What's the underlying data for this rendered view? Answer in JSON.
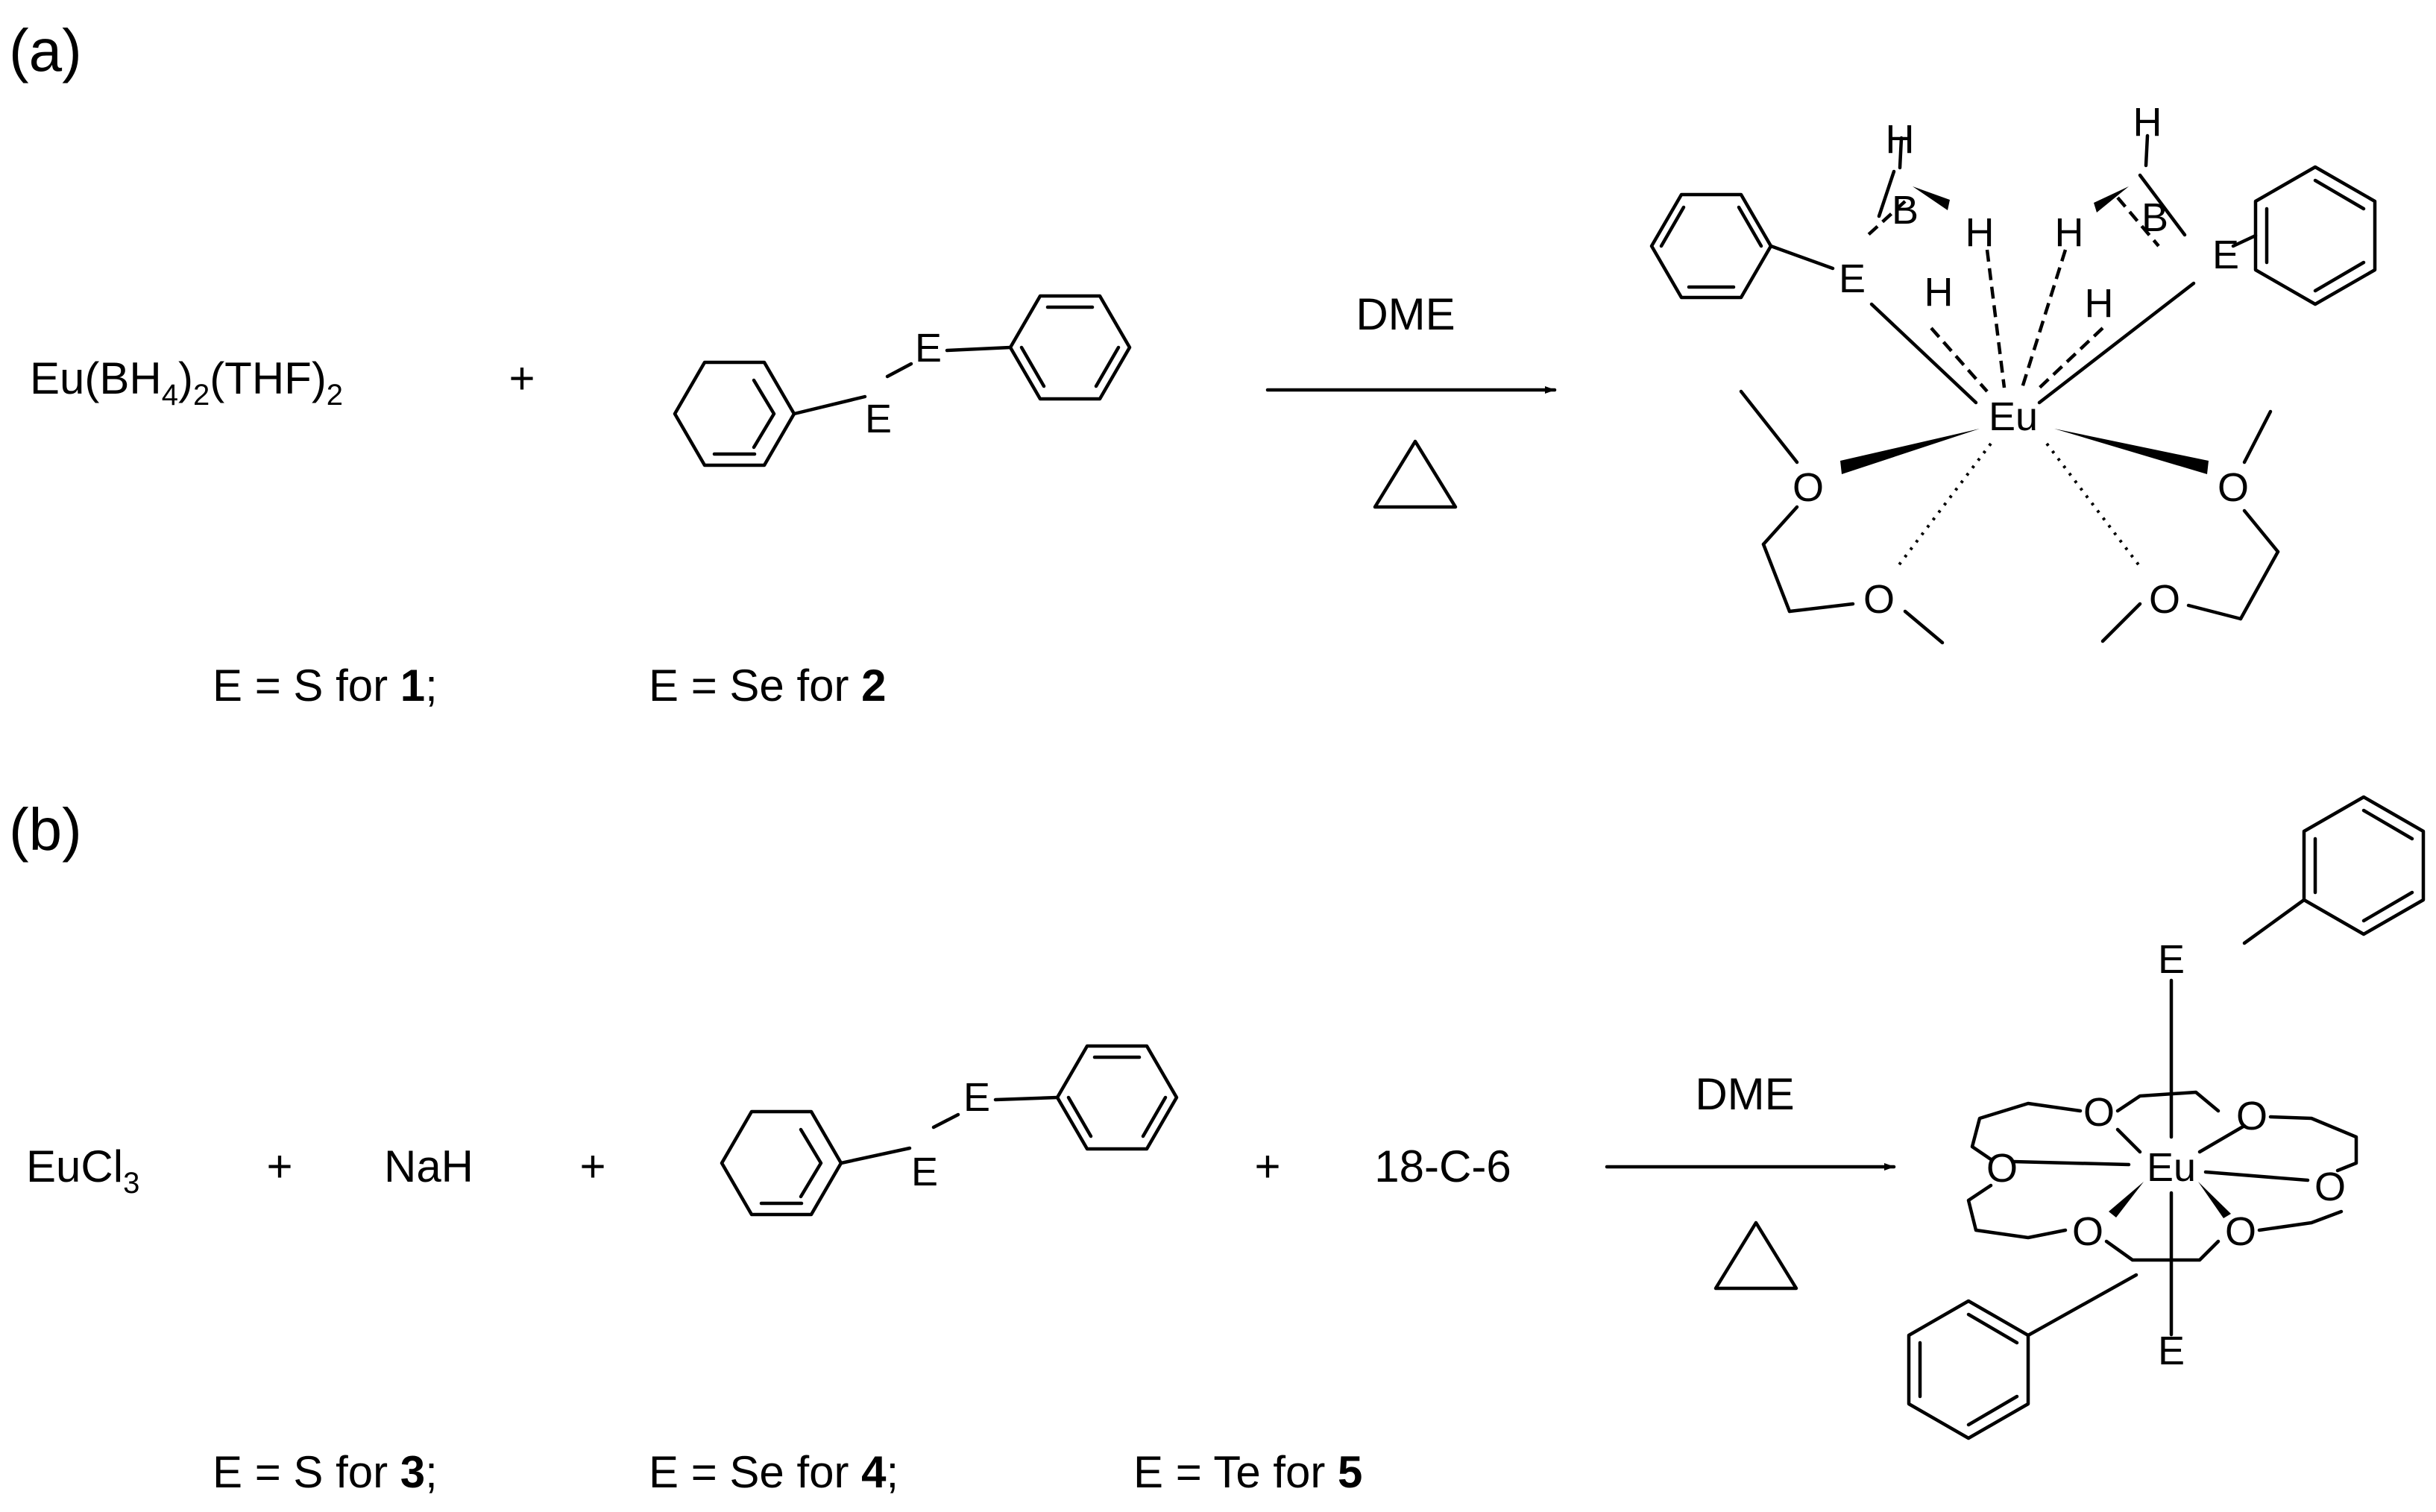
{
  "colors": {
    "ink": "#000000",
    "background": "#ffffff"
  },
  "panel_a": {
    "label": "(a)",
    "reactant_1": {
      "main": "Eu(BH",
      "sub1": "4",
      "mid": ")",
      "sub2": "2",
      "end": "(THF)",
      "sub3": "2"
    },
    "plus": "+",
    "disulfide_atom": "E",
    "solvent": "DME",
    "condition": "heat-triangle",
    "product": {
      "metal": "Eu",
      "boron": "B",
      "hydrogen": "H",
      "chalcogen": "E",
      "oxygen": "O"
    },
    "footnote": [
      {
        "text": "E = S for ",
        "bold": "1",
        "tail": ";"
      },
      {
        "text": "E = Se for ",
        "bold": "2",
        "tail": ""
      }
    ]
  },
  "panel_b": {
    "label": "(b)",
    "reactant_1": {
      "main": "EuCl",
      "sub": "3"
    },
    "plus": "+",
    "reactant_2": "NaH",
    "disulfide_atom": "E",
    "reactant_4": "18-C-6",
    "solvent": "DME",
    "condition": "heat-triangle",
    "product": {
      "metal": "Eu",
      "chalcogen": "E",
      "oxygen": "O"
    },
    "footnote": [
      {
        "text": "E = S for ",
        "bold": "3",
        "tail": ";"
      },
      {
        "text": "E = Se for ",
        "bold": "4",
        "tail": ";"
      },
      {
        "text": "E = Te for ",
        "bold": "5",
        "tail": ""
      }
    ]
  }
}
